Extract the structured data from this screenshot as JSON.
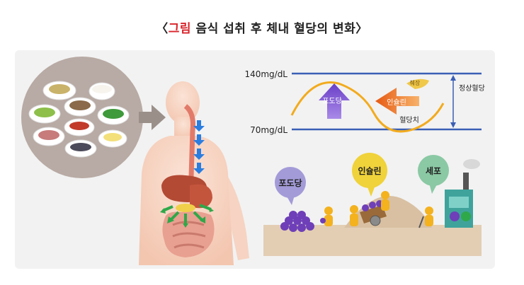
{
  "title": {
    "bracket_left": "〈",
    "highlight": "그림",
    "main": " 음식 섭취 후 체내 혈당의 변화",
    "bracket_right": "〉"
  },
  "levels": {
    "high_label": "140mg/dL",
    "low_label": "70mg/dL",
    "normal_label": "정상혈당"
  },
  "curve": {
    "glucose_label": "포도당",
    "insulin_label": "인슐린",
    "liver_label": "혈당치",
    "storage_label": "췌장"
  },
  "scene": {
    "glucose_bubble": "포도당",
    "insulin_bubble": "인슐린",
    "cell_bubble": "세포"
  },
  "colors": {
    "level_line": "#3a5fb5",
    "curve": "#f2ab1e",
    "glucose_arrow": "#7a4fd1",
    "insulin_arrow": "#ef6b1f",
    "highlight": "#d9232a"
  }
}
